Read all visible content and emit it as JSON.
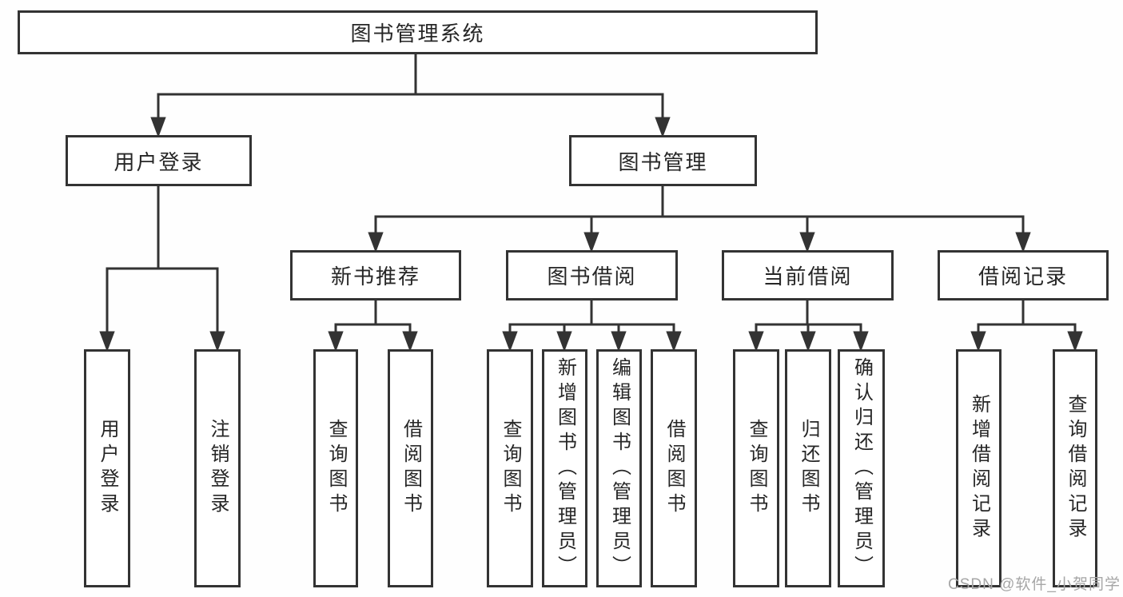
{
  "diagram": {
    "root": {
      "label": "图书管理系统",
      "children": [
        {
          "label": "用户登录",
          "children": [
            {
              "label": "用户登录"
            },
            {
              "label": "注销登录"
            }
          ]
        },
        {
          "label": "图书管理",
          "children": [
            {
              "label": "新书推荐",
              "children": [
                {
                  "label": "查询图书"
                },
                {
                  "label": "借阅图书"
                }
              ]
            },
            {
              "label": "图书借阅",
              "children": [
                {
                  "label": "查询图书"
                },
                {
                  "label": "新增图书（管理员）"
                },
                {
                  "label": "编辑图书（管理员）"
                },
                {
                  "label": "借阅图书"
                }
              ]
            },
            {
              "label": "当前借阅",
              "children": [
                {
                  "label": "查询图书"
                },
                {
                  "label": "归还图书"
                },
                {
                  "label": "确认归还（管理员）"
                }
              ]
            },
            {
              "label": "借阅记录",
              "children": [
                {
                  "label": "新增借阅记录"
                },
                {
                  "label": "查询借阅记录"
                }
              ]
            }
          ]
        }
      ]
    },
    "colors": {
      "line": "#333333",
      "box_border": "#333333",
      "text": "#262626",
      "background": "#ffffff",
      "watermark": "#a6a6a6"
    }
  },
  "watermark": {
    "text": "CSDN @软件_小贺同学"
  }
}
